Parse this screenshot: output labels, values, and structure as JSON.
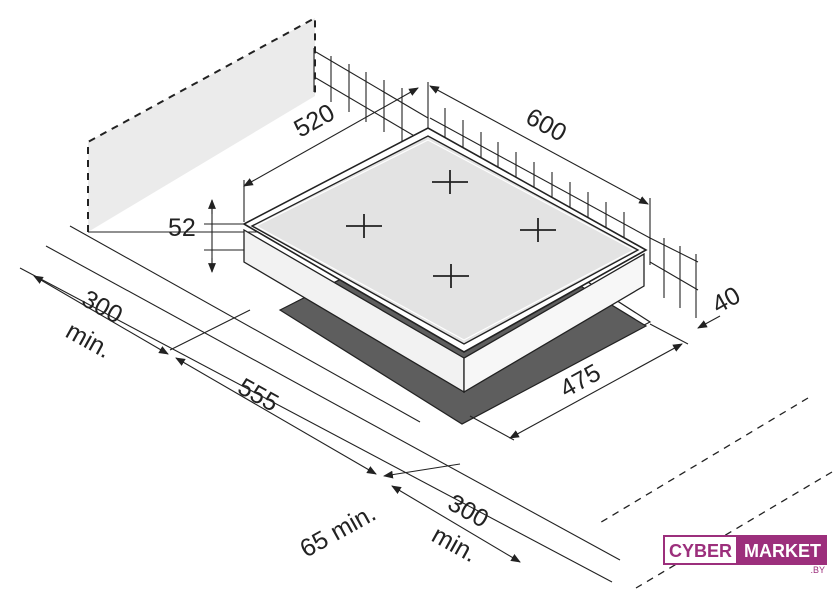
{
  "dimensions": {
    "width": "600",
    "depth": "520",
    "height": "52",
    "cutout_depth": "40",
    "cutout_width": "475",
    "cutout_length": "555",
    "clearance_left_value": "300",
    "clearance_left_unit": "min.",
    "clearance_right_value": "300",
    "clearance_right_unit": "min.",
    "clearance_front": "65 min."
  },
  "watermark": {
    "part1": "CYBER",
    "part2": "MARKET",
    "part3": ".BY"
  },
  "colors": {
    "line": "#222222",
    "hob_top": "#e3e3e3",
    "wall": "#ebebeb",
    "cutout": "#5e5e5e",
    "brand": "#9c2f7c"
  }
}
